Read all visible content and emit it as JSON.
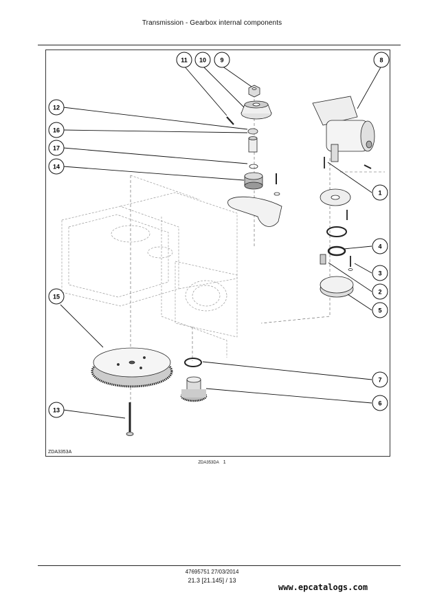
{
  "header": {
    "title": "Transmission - Gearbox internal components"
  },
  "figure": {
    "code": "ZDA3353A",
    "callouts": [
      "1",
      "2",
      "3",
      "4",
      "5",
      "6",
      "7",
      "8",
      "9",
      "10",
      "11",
      "12",
      "13",
      "14",
      "15",
      "16",
      "17"
    ]
  },
  "caption": {
    "code": "ZDA353DA",
    "number": "1"
  },
  "footer": {
    "doc": "47695751 27/03/2014",
    "page": "21.3 [21.145] / 13",
    "watermark": "www.epcatalogs.com"
  }
}
